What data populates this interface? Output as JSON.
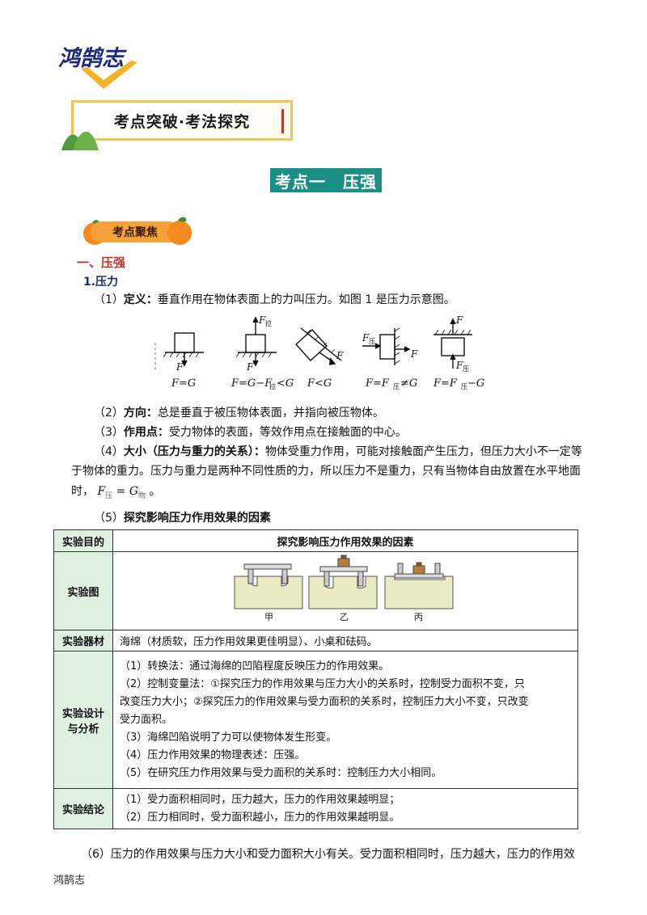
{
  "logo": {
    "text": "鸿鹄志"
  },
  "banner": {
    "title": "考点突破·考法探究"
  },
  "section_title": "考点一　压强",
  "focus_badge": {
    "label": "考点聚焦"
  },
  "heading1": "一、压强",
  "heading2": "1.压力",
  "p1": {
    "num": "（1）",
    "term": "定义：",
    "text": "垂直作用在物体表面上的力叫压力。如图 1 是压力示意图。"
  },
  "figure1": {
    "labels": [
      "F=G",
      "F=G−F",
      "<G",
      "F<G",
      "F=F",
      "≠G",
      "F=F",
      "−G"
    ],
    "subs": {
      "la": "拉",
      "ya": "压"
    },
    "forces": [
      "F",
      "F",
      "F",
      "F",
      "F"
    ]
  },
  "p2": {
    "num": "（2）",
    "term": "方向：",
    "text": "总是垂直于被压物体表面，并指向被压物体。"
  },
  "p3": {
    "num": "（3）",
    "term": "作用点：",
    "text": "受力物体的表面，等效作用点在接触面的中心。"
  },
  "p4": {
    "num": "（4）",
    "term": "大小（压力与重力的关系）：",
    "line1": "物体受重力作用，可能对接触面产生压力，但压力大小不一定等",
    "line2": "于物体的重力。压力与重力是两种不同性质的力，所以压力不是重力，只有当物体自由放置在水平地面",
    "line3_prefix": "时，",
    "formula": {
      "F": "F",
      "F_sub": "压",
      "eq": " = ",
      "G": "G",
      "G_sub": "物",
      "end": "。"
    }
  },
  "p5": {
    "num": "（5）",
    "text": "探究影响压力作用效果的因素"
  },
  "table": {
    "rows": [
      {
        "label": "实验目的",
        "content": "探究影响压力作用效果的因素"
      },
      {
        "label": "实验图",
        "captions": [
          "甲",
          "乙",
          "丙"
        ]
      },
      {
        "label": "实验器材",
        "content": "海绵（材质软，压力作用效果更佳明显）、小桌和砝码。"
      },
      {
        "label1": "实验设计",
        "label2": "与分析",
        "lines": [
          "（1）转换法：通过海绵的凹陷程度反映压力的作用效果。",
          "（2）控制变量法：①探究压力的作用效果与压力大小的关系时，控制受力面积不变，只",
          "改变压力大小；②探究压力的作用效果与受力面积的关系时，控制压力大小不变，只改变",
          "受力面积。",
          "（3）海绵凹陷说明了力可以使物体发生形变。",
          "（4）压力作用效果的物理表述：压强。",
          "（5）在研究压力作用效果与受力面积的关系时：控制压力大小相同。"
        ]
      },
      {
        "label": "实验结论",
        "lines": [
          "（1）受力面积相同时，压力越大，压力的作用效果越明显；",
          "（2）压力相同时，受力面积越小，压力的作用效果越明显。"
        ]
      }
    ]
  },
  "p6": {
    "num": "（6）",
    "text": "压力的作用效果与压力大小和受力面积大小有关。受力面积相同时，压力越大，压力的作用效"
  },
  "footer": "鸿鹄志",
  "colors": {
    "accent": "#1b8f86",
    "heading_red": "#c0342a",
    "heading_blue": "#1a2c7a",
    "table_label_bg": "#dff0e0",
    "badge": "#f6a23a"
  }
}
